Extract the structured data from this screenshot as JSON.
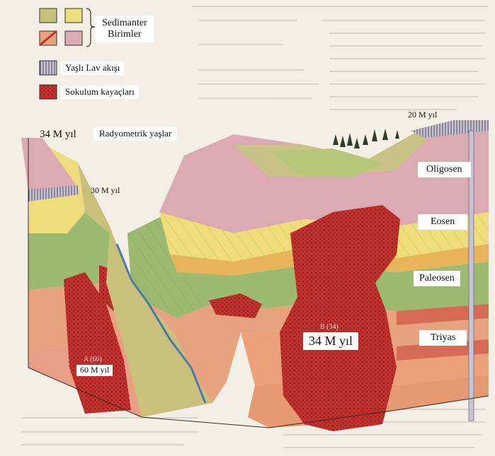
{
  "legend": {
    "sedimentary_label_line1": "Sedimanter",
    "sedimentary_label_line2": "Birimler",
    "lava_label": "Yaşlı Lav akışı",
    "intrusion_label": "Sokulum kayaçları",
    "radiometric_label": "Radyometrik yaşlar",
    "radiometric_age": "34 M yıl"
  },
  "strata": {
    "oligocene": "Oligosen",
    "eocene": "Eosen",
    "paleocene": "Paleosen",
    "triassic": "Triyas"
  },
  "ages": {
    "top_lava": "20 M yıl",
    "left_lava": "30 M yıl",
    "intrusion_b_tag": "B (34)",
    "intrusion_b": "34 M yıl",
    "intrusion_a_tag": "A (60)",
    "intrusion_a": "60 M yıl"
  },
  "colors": {
    "oligocene": "#dcaab2",
    "eocene": "#eedd7a",
    "paleocene": "#9cba70",
    "triassic": "#e7a27e",
    "intrusion": "#c0302c",
    "lava": "#b9b4c4",
    "page": "#f3efe6"
  }
}
